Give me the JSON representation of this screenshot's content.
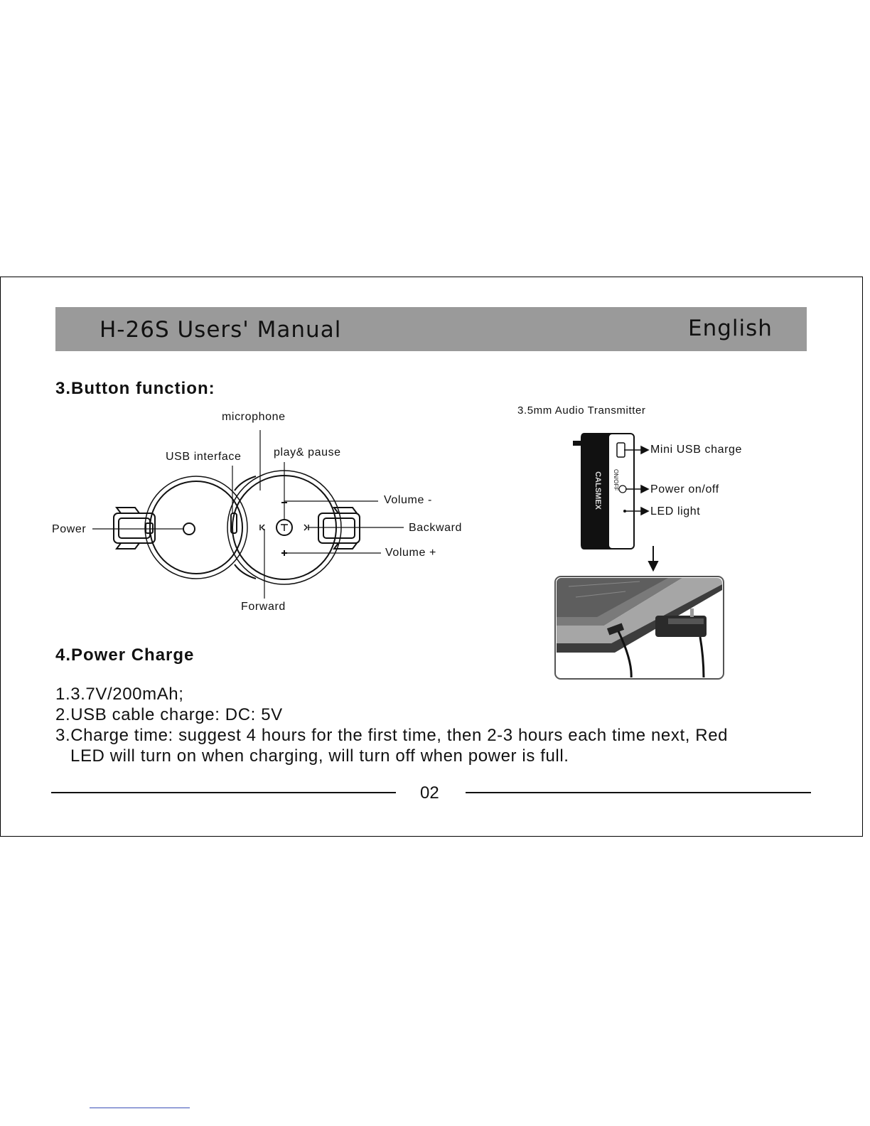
{
  "header": {
    "title": "H-26S Users' Manual",
    "language": "English"
  },
  "section3": {
    "heading": "3.Button function:",
    "labels": {
      "microphone": "microphone",
      "usb_interface": "USB interface",
      "play_pause": "play& pause",
      "volume_minus": "Volume -",
      "power": "Power",
      "backward": "Backward",
      "volume_plus": "Volume +",
      "forward": "Forward"
    },
    "transmitter": {
      "title": "3.5mm Audio Transmitter",
      "mini_usb": "Mini USB charge",
      "power_onoff": "Power on/off",
      "led_light": "LED light",
      "device_brand": "CALSMEX",
      "device_switch": "ON/OFF"
    }
  },
  "section4": {
    "heading": "4.Power Charge",
    "items": [
      "1.3.7V/200mAh;",
      "2.USB cable charge: DC: 5V",
      "3.Charge time: suggest 4 hours for the first time, then 2-3 hours each time next, Red",
      "LED will turn on when charging, will turn off when power  is full."
    ]
  },
  "footer": {
    "page_number": "02"
  },
  "icons": {
    "power": "power-icon",
    "play_pause": "play-pause-icon",
    "forward": "skip-forward-icon",
    "backward": "skip-backward-icon",
    "volume_plus": "plus-icon",
    "volume_minus": "minus-icon",
    "arrow_down": "arrow-down-icon"
  }
}
